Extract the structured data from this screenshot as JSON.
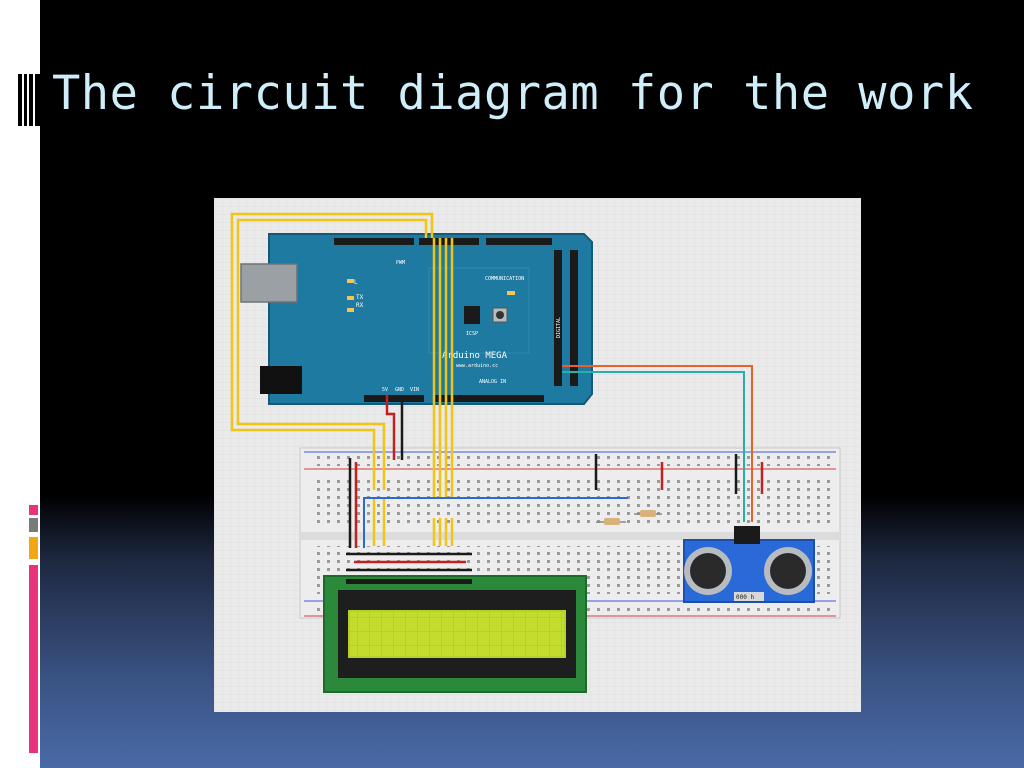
{
  "slide": {
    "title": "The circuit diagram for the work"
  },
  "theme": {
    "title_color": "#cfeefa",
    "accent_pink": "#e8337c",
    "accent_orange": "#f2a614",
    "accent_gray": "#7a7a7a",
    "background_top": "#000000",
    "background_bottom": "#4a6aa6"
  },
  "figure": {
    "board_label": "Arduino MEGA",
    "board_url": "www.arduino.cc",
    "pwm_label": "PWM",
    "communication_label": "COMMUNICATION",
    "analog_label": "ANALOG IN",
    "digital_label": "DIGITAL",
    "icsp_label": "ICSP",
    "power_labels": [
      "5V",
      "GND",
      "VIN"
    ],
    "led_labels": [
      "L",
      "TX",
      "RX"
    ],
    "sensor_readout": "000 h",
    "icons": [
      "arduino-board",
      "breadboard",
      "lcd-display",
      "ultrasonic-sensor",
      "resistor"
    ]
  }
}
